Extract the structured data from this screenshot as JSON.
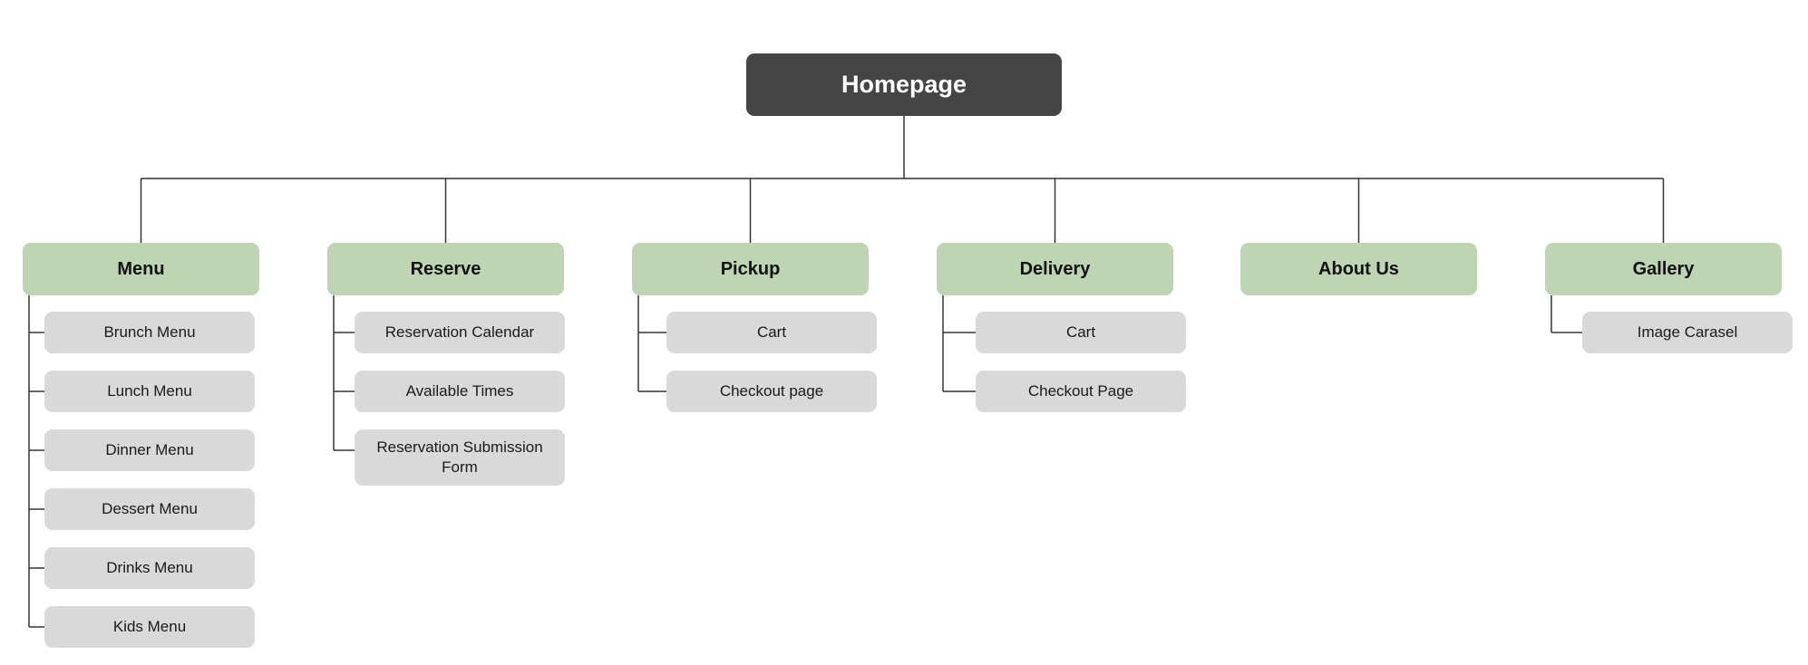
{
  "colors": {
    "root_fill": "#454545",
    "section_fill": "#bed5b3",
    "page_fill": "#d9d9d9",
    "connector": "#333333"
  },
  "root": {
    "label": "Homepage"
  },
  "sections": [
    {
      "label": "Menu",
      "pages": [
        "Brunch Menu",
        "Lunch Menu",
        "Dinner Menu",
        "Dessert Menu",
        "Drinks Menu",
        "Kids Menu"
      ]
    },
    {
      "label": "Reserve",
      "pages": [
        "Reservation Calendar",
        "Available Times",
        "Reservation Submission Form"
      ]
    },
    {
      "label": "Pickup",
      "pages": [
        "Cart",
        "Checkout page"
      ]
    },
    {
      "label": "Delivery",
      "pages": [
        "Cart",
        "Checkout Page"
      ]
    },
    {
      "label": "About Us",
      "pages": []
    },
    {
      "label": "Gallery",
      "pages": [
        "Image Carasel"
      ]
    }
  ]
}
